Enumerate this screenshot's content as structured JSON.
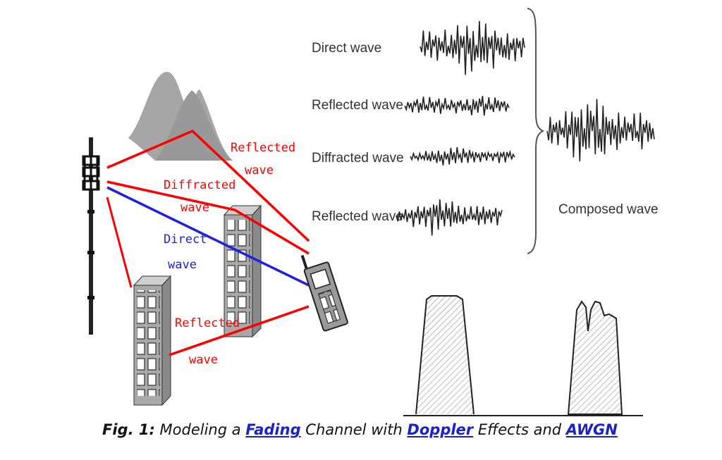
{
  "labels": {
    "direct_wave_right": "Direct wave",
    "reflected_wave_right_1": "Reflected wave",
    "diffracted_wave_right": "Diffracted wave",
    "reflected_wave_right_2": "Reflected wave",
    "composed_wave": "Composed wave",
    "reflected_top_line1": "Reflected",
    "reflected_top_line2": "wave",
    "diffracted_line1": "Diffracted",
    "diffracted_line2": "wave",
    "direct_line1": "Direct",
    "direct_line2": "wave",
    "reflected_bottom_line1": "Reflected",
    "reflected_bottom_line2": "wave"
  },
  "caption": {
    "prefix": "Fig. 1:",
    "text1": " Modeling a ",
    "link1": "Fading",
    "text2": " Channel with ",
    "link2": "Doppler",
    "text3": " Effects and ",
    "link3": "AWGN"
  },
  "colors": {
    "red_path": "#ff0000",
    "blue_path": "#2020e0",
    "mountain": "#a6a6a6",
    "building": "#a9a9a9",
    "link": "#1a22c8"
  },
  "icons": [
    "antenna-tower-icon",
    "mountain-icon",
    "building-icon",
    "mobile-phone-icon"
  ]
}
